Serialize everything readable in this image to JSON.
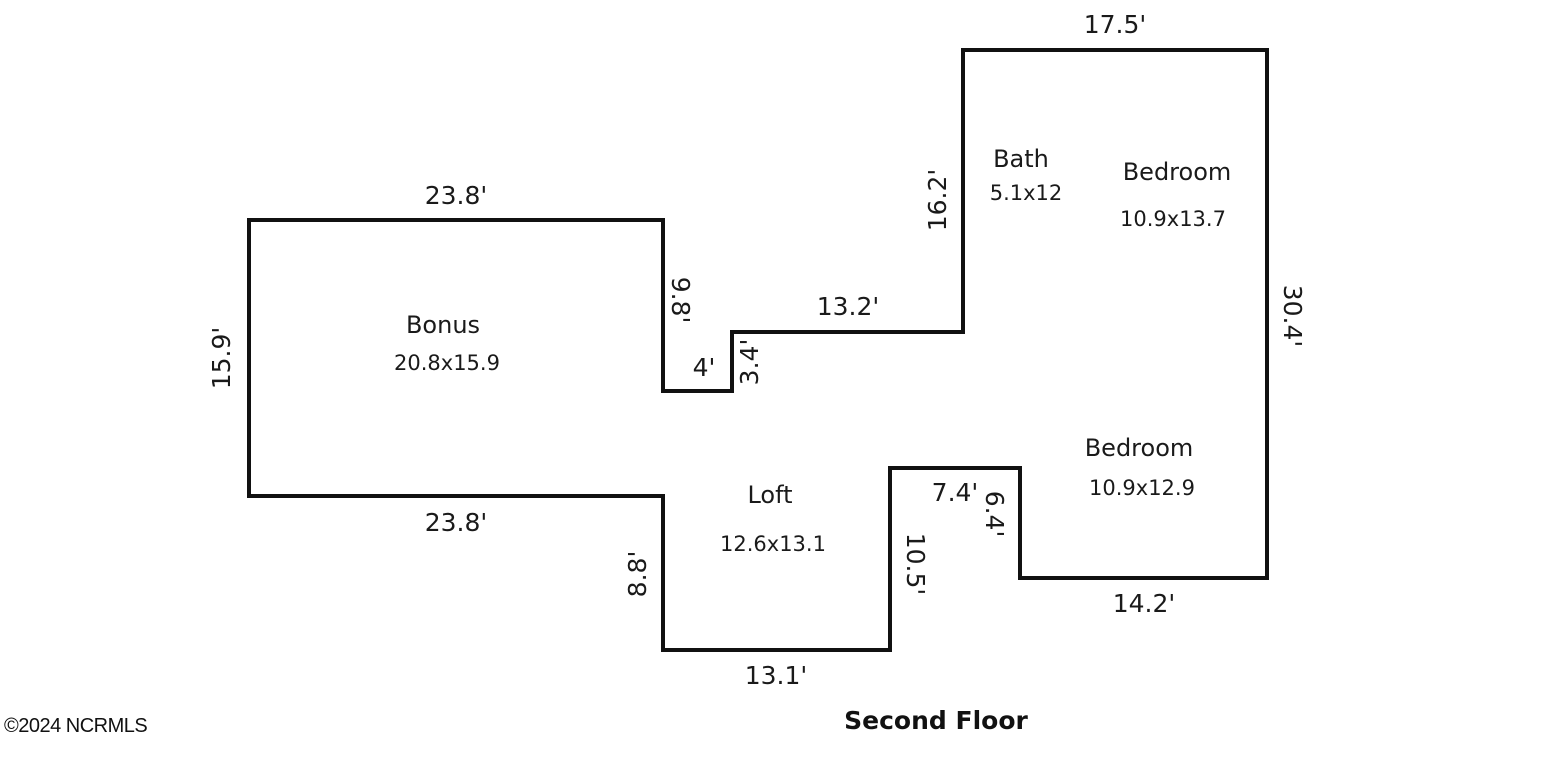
{
  "floor_title": "Second Floor",
  "copyright": "©2024 NCRMLS",
  "rooms": {
    "bonus": {
      "name": "Bonus",
      "size": "20.8x15.9"
    },
    "loft": {
      "name": "Loft",
      "size": "12.6x13.1"
    },
    "bath": {
      "name": "Bath",
      "size": "5.1x12"
    },
    "bedroom_upper": {
      "name": "Bedroom",
      "size": "10.9x13.7"
    },
    "bedroom_lower": {
      "name": "Bedroom",
      "size": "10.9x12.9"
    }
  },
  "dimensions": {
    "bonus_top": "23.8'",
    "bonus_left": "15.9'",
    "bonus_bottom": "23.8'",
    "bonus_right_step": "9.8'",
    "notch_bottom": "4'",
    "notch_right": "3.4'",
    "middle_top": "13.2'",
    "bath_left": "16.2'",
    "top": "17.5'",
    "right": "30.4'",
    "bottom_right": "14.2'",
    "step_vertical": "6.4'",
    "step_horizontal": "7.4'",
    "loft_right": "10.5'",
    "loft_bottom": "13.1'",
    "loft_left": "8.8'"
  }
}
